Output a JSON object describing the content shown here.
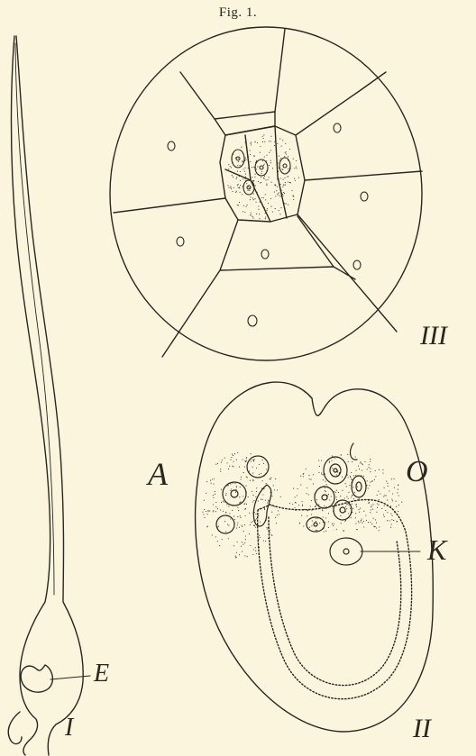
{
  "title": "Fig. 1.",
  "colors": {
    "background": "#faf5dc",
    "ink": "#2a2620"
  },
  "labels": {
    "panel_1": "I",
    "panel_2": "II",
    "panel_3": "III",
    "a": "A",
    "o": "O",
    "k": "K",
    "e": "E"
  }
}
